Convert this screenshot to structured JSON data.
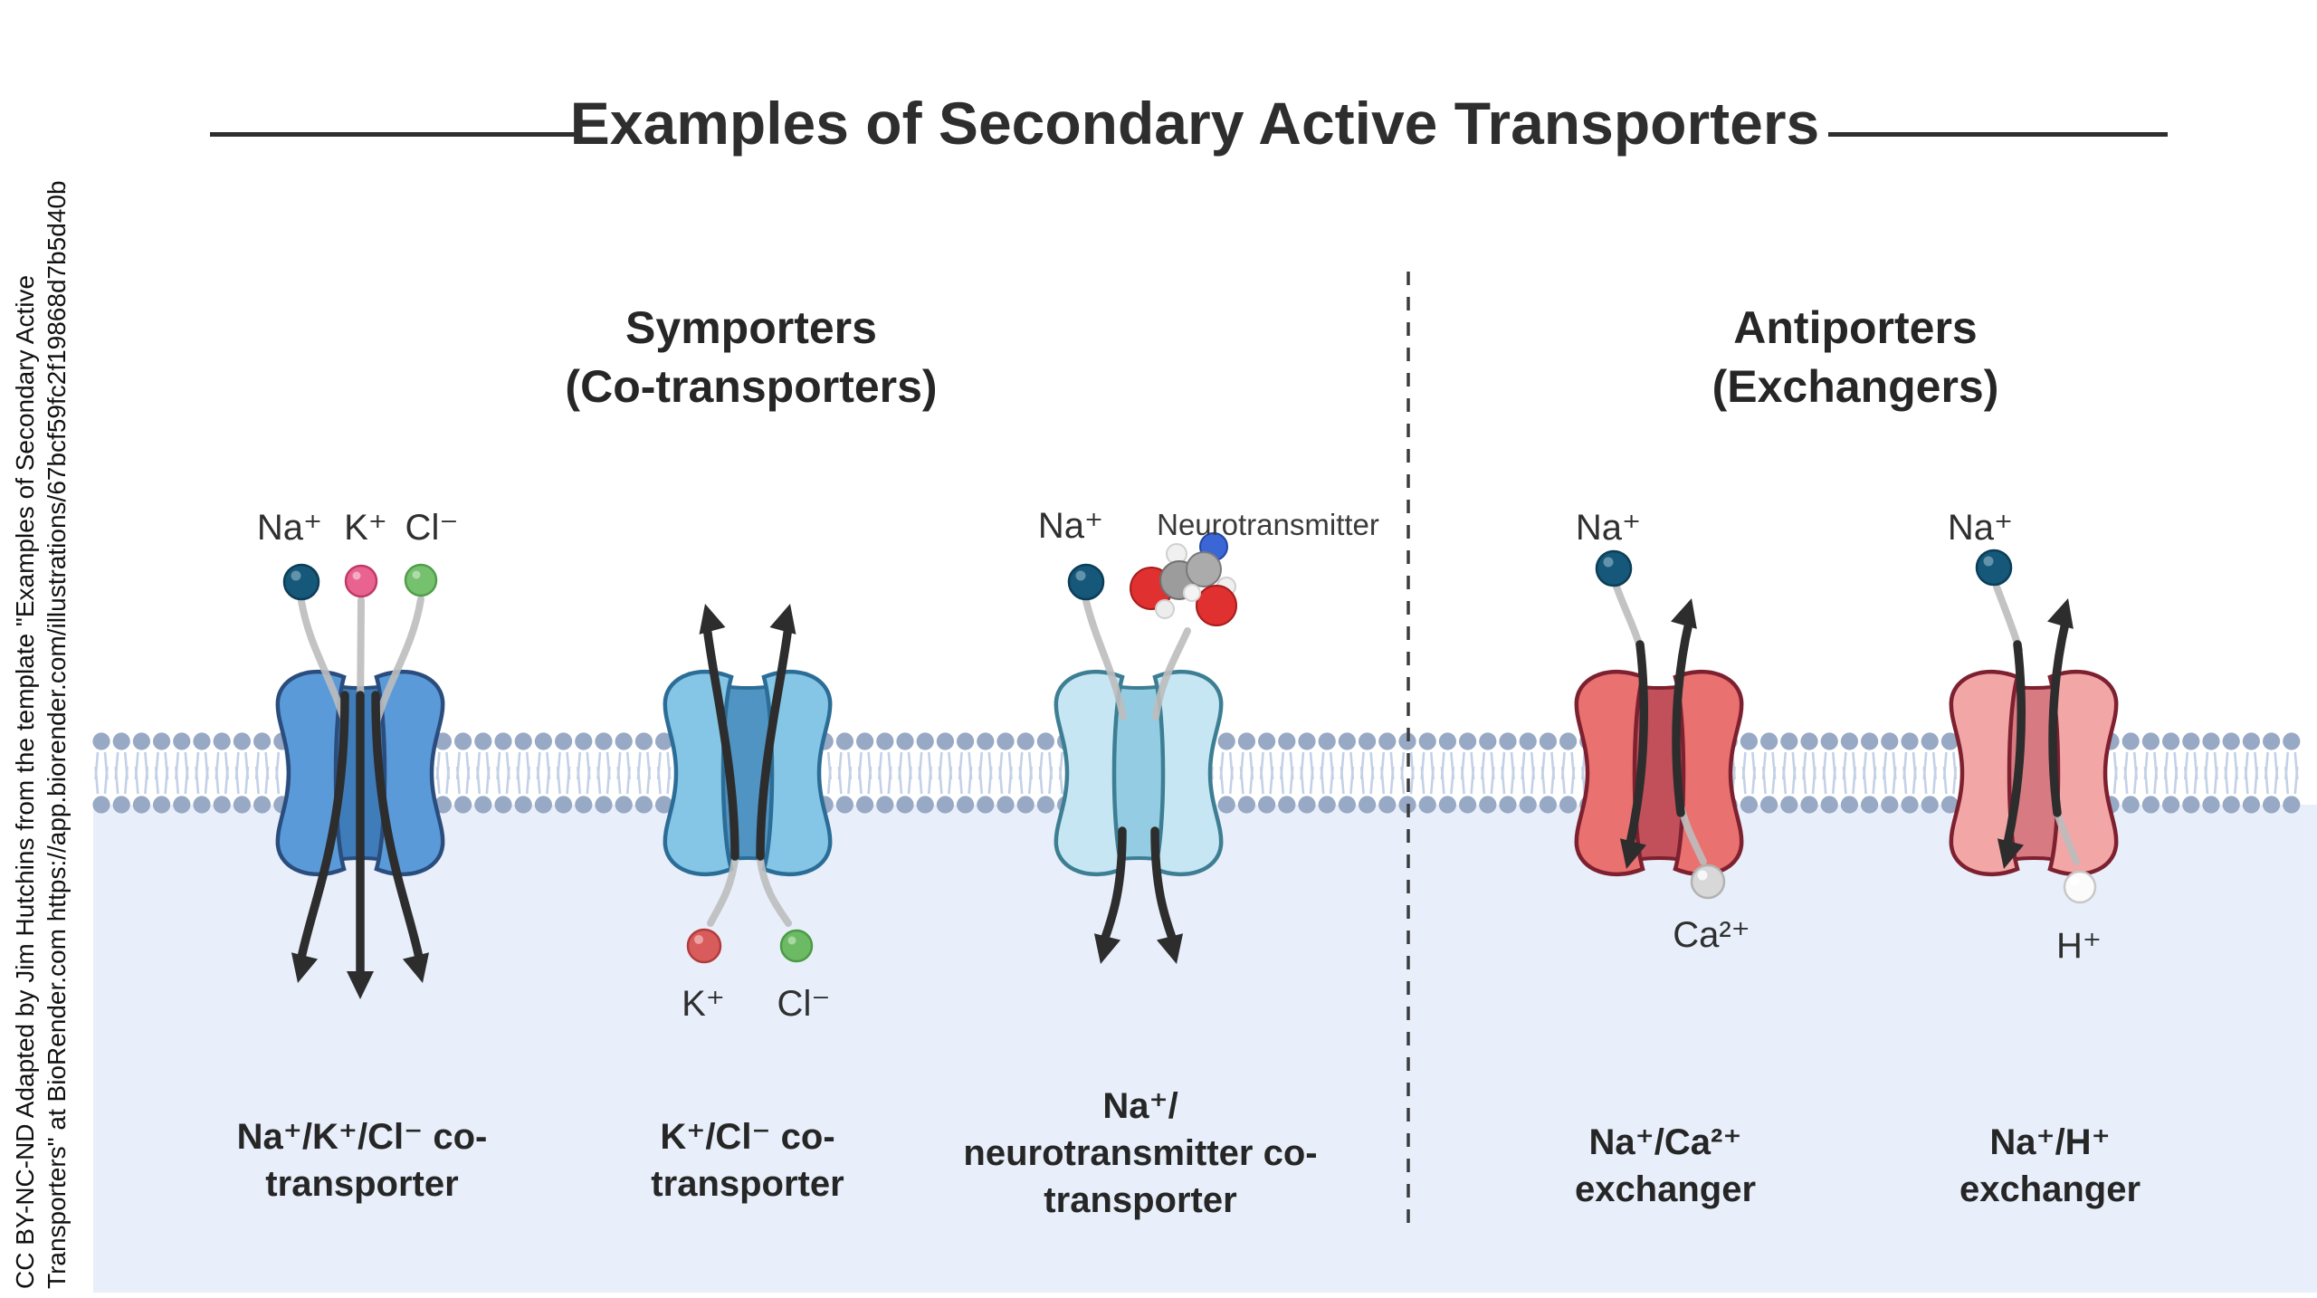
{
  "title": "Examples of Secondary Active Transporters",
  "attribution": {
    "line1": "CC BY-NC-ND Adapted by Jim Hutchins from the template \"Examples of Secondary Active",
    "line2": "Transporters\" at BioRender.com https://app.biorender.com/illustrations/67bcf59fc2f19868d7b5d40b"
  },
  "sections": {
    "symporters": {
      "heading": "Symporters\n(Co-transporters)"
    },
    "antiporters": {
      "heading": "Antiporters\n(Exchangers)"
    }
  },
  "transporters": [
    {
      "label": "Na⁺/K⁺/Cl⁻ co-\ntransporter",
      "ions": [
        {
          "label": "Na⁺",
          "color": "#15587a"
        },
        {
          "label": "K⁺",
          "color": "#e8638f"
        },
        {
          "label": "Cl⁻",
          "color": "#76c16d"
        }
      ]
    },
    {
      "label": "K⁺/Cl⁻ co-\ntransporter",
      "ions": [
        {
          "label": "K⁺",
          "color": "#d95c5c"
        },
        {
          "label": "Cl⁻",
          "color": "#6cbb64"
        }
      ]
    },
    {
      "label": "Na⁺/\nneurotransmitter co-\ntransporter",
      "ions": [
        {
          "label": "Na⁺",
          "color": "#15587a"
        },
        {
          "label": "Neurotransmitter",
          "color": "space-filling-model"
        }
      ]
    },
    {
      "label": "Na⁺/Ca²⁺\nexchanger",
      "ions": [
        {
          "label": "Na⁺",
          "color": "#15587a"
        },
        {
          "label": "Ca²⁺",
          "color": "#d8d8d8"
        }
      ]
    },
    {
      "label": "Na⁺/H⁺\nexchanger",
      "ions": [
        {
          "label": "Na⁺",
          "color": "#15587a"
        },
        {
          "label": "H⁺",
          "color": "#fbfbfb"
        }
      ]
    }
  ],
  "colors": {
    "membrane_head": "#97a9c4",
    "membrane_tail": "#c3d1e7",
    "cytoplasm": "#e8effa",
    "arrow": "#2d2d2d",
    "divider": "#3c3c3c",
    "symporter_1": {
      "body": "#5b9ad9",
      "channel": "#3f7cba",
      "outline": "#2a4d7e"
    },
    "symporter_2": {
      "body": "#85c6e6",
      "channel": "#5094c4",
      "outline": "#2b6d96"
    },
    "symporter_3": {
      "body": "#c6e6f4",
      "channel": "#94cde3",
      "outline": "#3d7e93"
    },
    "antiporter_1": {
      "body": "#e97170",
      "channel": "#c2505a",
      "outline": "#7d2030"
    },
    "antiporter_2": {
      "body": "#f3a6a6",
      "channel": "#d87a81",
      "outline": "#7d2030"
    }
  }
}
